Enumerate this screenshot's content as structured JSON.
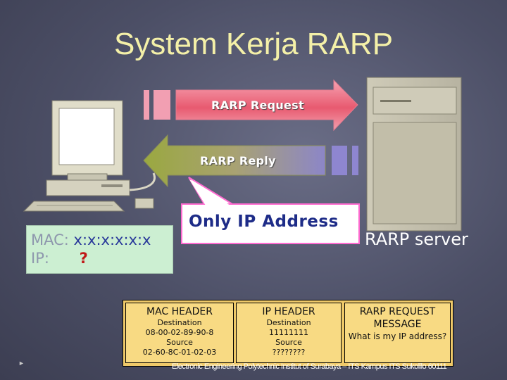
{
  "title": "System Kerja RARP",
  "request_label": "RARP Request",
  "reply_label": "RARP Reply",
  "callout": "Only IP Address",
  "client_info": {
    "mac_key": "MAC:",
    "mac_value": "x:x:x:x:x:x",
    "ip_key": "IP:",
    "ip_value": "?"
  },
  "server_label": "RARP server",
  "packet": {
    "mac_header": {
      "title": "MAC HEADER",
      "dest_label": "Destination",
      "dest_value": "08-00-02-89-90-8",
      "src_label": "Source",
      "src_value": "02-60-8C-01-02-03"
    },
    "ip_header": {
      "title": "IP HEADER",
      "dest_label": "Destination",
      "dest_value": "11111111",
      "src_label": "Source",
      "src_value": "????????"
    },
    "rarp_message": {
      "title_line1": "RARP REQUEST",
      "title_line2": "MESSAGE",
      "question": "What is my IP address?"
    }
  },
  "footer": "Electronic Engineering Polytechnic Institut of Surabaya – ITS Kampus ITS Sukolilo 60111",
  "colors": {
    "title": "#f4f0a8",
    "request_arrow": "#e85a70",
    "reply_arrow": "#8f9e38",
    "callout_text": "#1e2c88",
    "info_bg": "#ccefd2",
    "packet_bg": "#f8da83"
  }
}
